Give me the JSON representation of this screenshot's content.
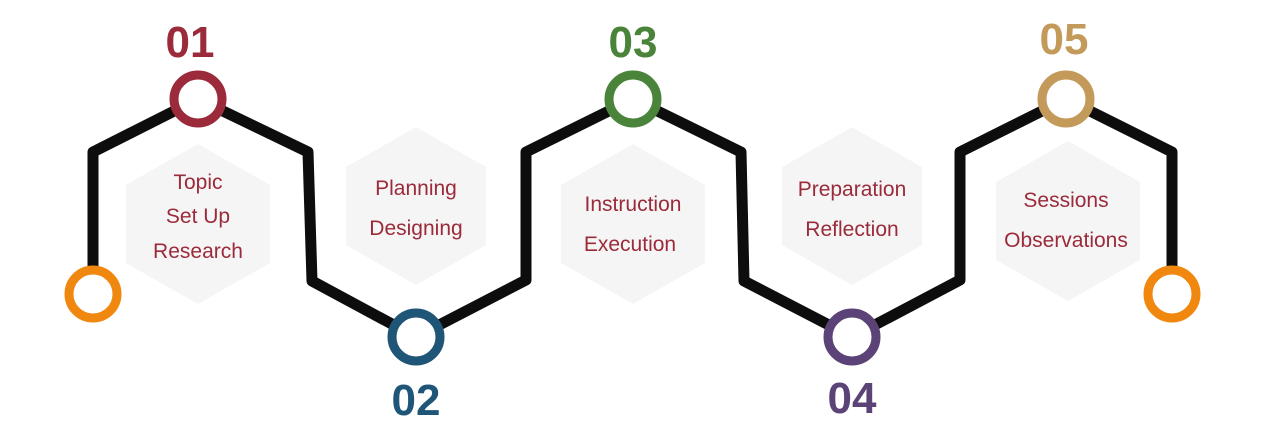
{
  "colors": {
    "path": "#0d0d0d",
    "hexagon_fill": "#f5f5f5",
    "hexagon_text": "#9b2a3a",
    "endpoint": "#f0870f"
  },
  "steps": [
    {
      "number": "01",
      "color": "#9b2a3a",
      "lines": [
        "Topic",
        "Set Up",
        "Research"
      ]
    },
    {
      "number": "02",
      "color": "#1f5577",
      "lines": [
        "Planning",
        "Designing"
      ]
    },
    {
      "number": "03",
      "color": "#4a843b",
      "lines": [
        "Instruction",
        "Execution"
      ]
    },
    {
      "number": "04",
      "color": "#5b4377",
      "lines": [
        "Preparation",
        "Reflection"
      ]
    },
    {
      "number": "05",
      "color": "#c49a5b",
      "lines": [
        "Sessions",
        "Observations"
      ]
    }
  ]
}
